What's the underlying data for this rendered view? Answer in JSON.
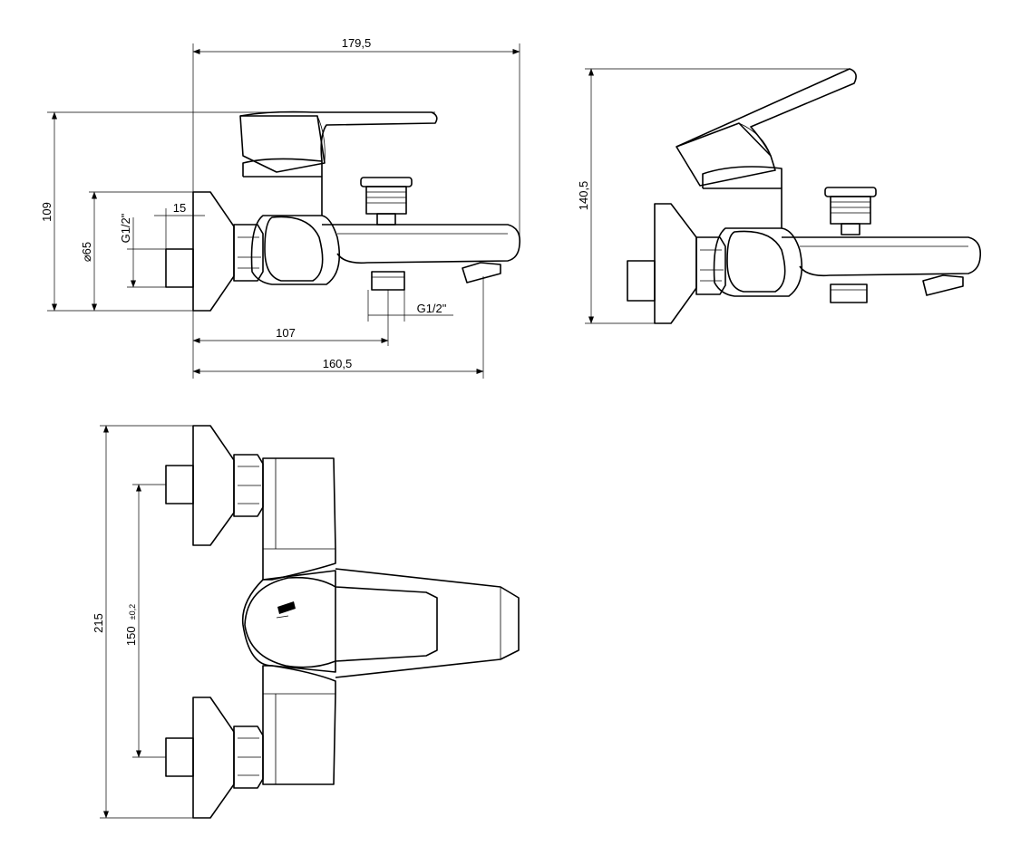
{
  "drawing": {
    "side_view": {
      "dims": {
        "width_top": "179,5",
        "height": "109",
        "diameter": "⌀65",
        "thread_inlet": "G1/2\"",
        "nut": "15",
        "thread_outlet": "G1/2\"",
        "spout_axis": "107",
        "overall": "160,5"
      }
    },
    "raised_view": {
      "dims": {
        "height_raised": "140,5"
      }
    },
    "top_view": {
      "dims": {
        "length": "215",
        "centers": "150",
        "tolerance": "±0,2"
      }
    }
  }
}
